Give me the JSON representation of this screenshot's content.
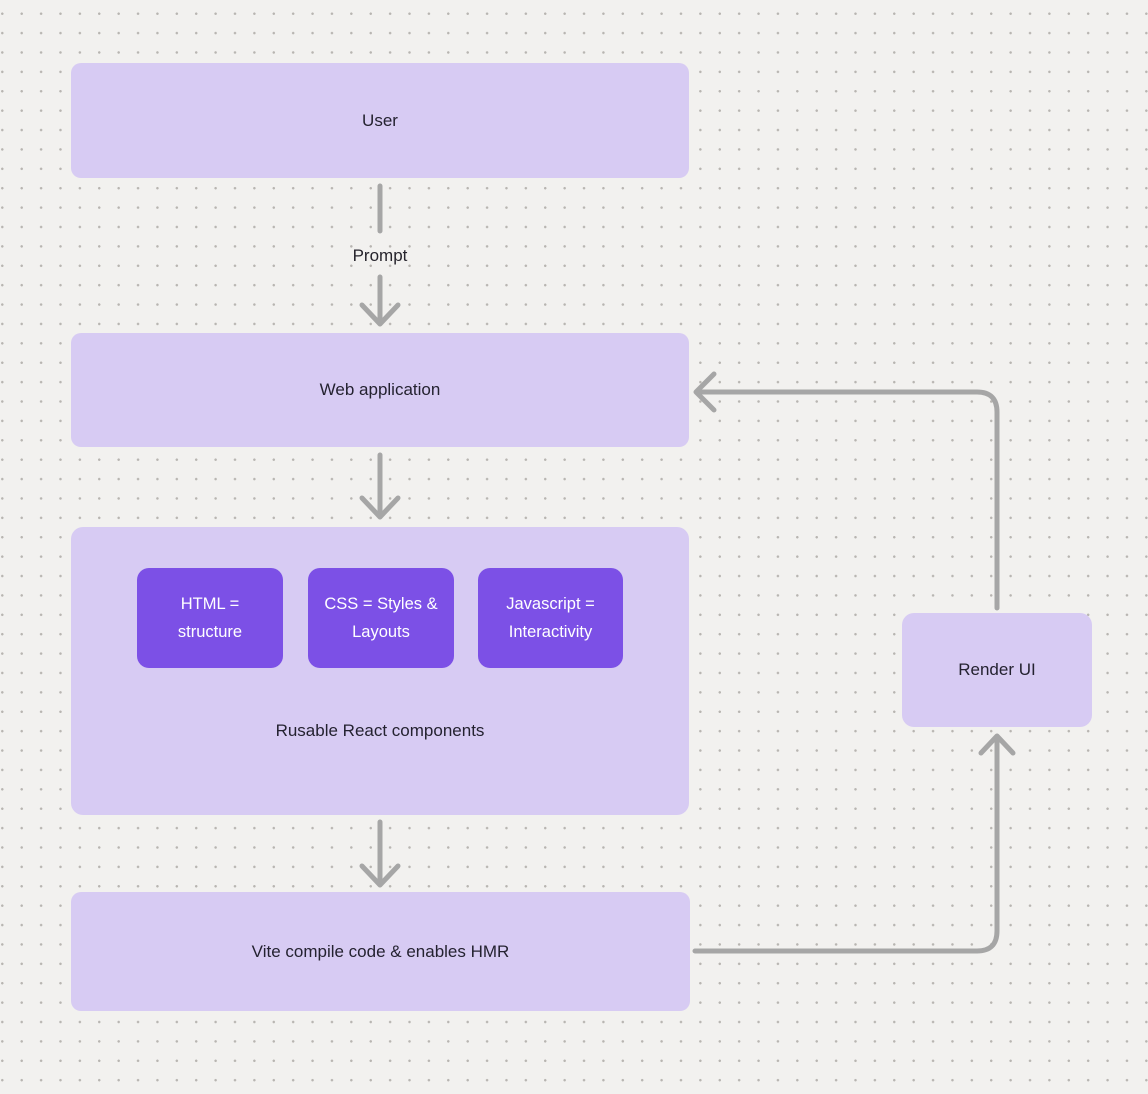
{
  "colors": {
    "canvas-bg": "#f2f1ef",
    "dot": "#b8b5b1",
    "node-fill": "#d7cbf3",
    "node-text": "#242230",
    "chip-fill": "#7c50e6",
    "chip-text": "#ffffff",
    "connector": "#a6a6a6"
  },
  "nodes": {
    "user": {
      "label": "User"
    },
    "web_application": {
      "label": "Web application"
    },
    "components": {
      "caption": "Rusable React components",
      "chips": [
        {
          "label": "HTML = structure"
        },
        {
          "label": "CSS = Styles & Layouts"
        },
        {
          "label": "Javascript = Interactivity"
        }
      ]
    },
    "vite": {
      "label": "Vite compile code & enables HMR"
    },
    "render_ui": {
      "label": "Render UI"
    }
  },
  "connectors": {
    "user_to_web": {
      "label": "Prompt"
    }
  }
}
